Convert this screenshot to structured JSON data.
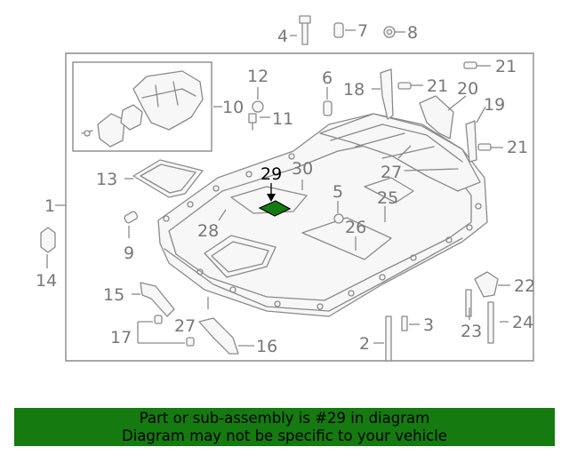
{
  "diagram": {
    "highlighted_part": "29",
    "callouts": [
      "1",
      "2",
      "3",
      "4",
      "5",
      "6",
      "7",
      "8",
      "10",
      "11",
      "12",
      "13",
      "14",
      "15",
      "16",
      "17",
      "18",
      "19",
      "20",
      "21",
      "22",
      "23",
      "24",
      "25",
      "26",
      "27",
      "28",
      "29",
      "30"
    ],
    "labels": {
      "n1": "1",
      "n2": "2",
      "n3": "3",
      "n4": "4",
      "n5": "5",
      "n6": "6",
      "n7": "7",
      "n8": "8",
      "n9": "9",
      "n10": "10",
      "n11": "11",
      "n12": "12",
      "n13": "13",
      "n14": "14",
      "n15": "15",
      "n16": "16",
      "n17": "17",
      "n18": "18",
      "n19": "19",
      "n20": "20",
      "n21a": "21",
      "n21b": "21",
      "n21c": "21",
      "n22": "22",
      "n23": "23",
      "n24": "24",
      "n25": "25",
      "n26": "26",
      "n27a": "27",
      "n27b": "27",
      "n28": "28",
      "n29": "29",
      "n30": "30"
    },
    "colors": {
      "line": "#8a8a8a",
      "label": "#777777",
      "highlight": "#157a10",
      "banner": "#157a10"
    }
  },
  "banner": {
    "line1": "Part or sub-assembly is #29 in diagram",
    "line2": "Diagram may not be specific to your vehicle"
  }
}
